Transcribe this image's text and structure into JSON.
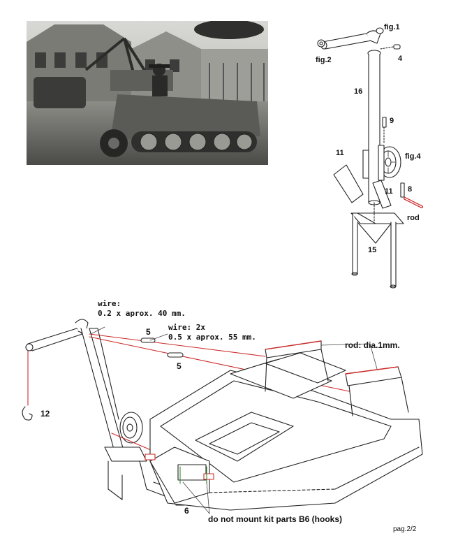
{
  "parts": {
    "fig1": "fig.1",
    "fig2": "fig.2",
    "fig4": "fig.4",
    "p4": "4",
    "p16": "16",
    "p9": "9",
    "p11a": "11",
    "p11b": "11",
    "p8": "8",
    "rod": "rod",
    "p15": "15",
    "p5a": "5",
    "p5b": "5",
    "p12": "12",
    "p6": "6"
  },
  "notes": {
    "wire1_line1": "wire:",
    "wire1_line2": "0.2 x aprox. 40 mm.",
    "wire2_line1": "wire: 2x",
    "wire2_line2": "0.5 x aprox. 55 mm.",
    "rod": "rod: dia.1mm.",
    "hooks": "do not mount kit parts B6 (hooks)"
  },
  "footer": {
    "page": "pag.2/2"
  },
  "colors": {
    "line": "#222222",
    "red": "#cc2a2a",
    "photo_dark": "#3a3a38",
    "photo_light": "#bdbdb8"
  }
}
